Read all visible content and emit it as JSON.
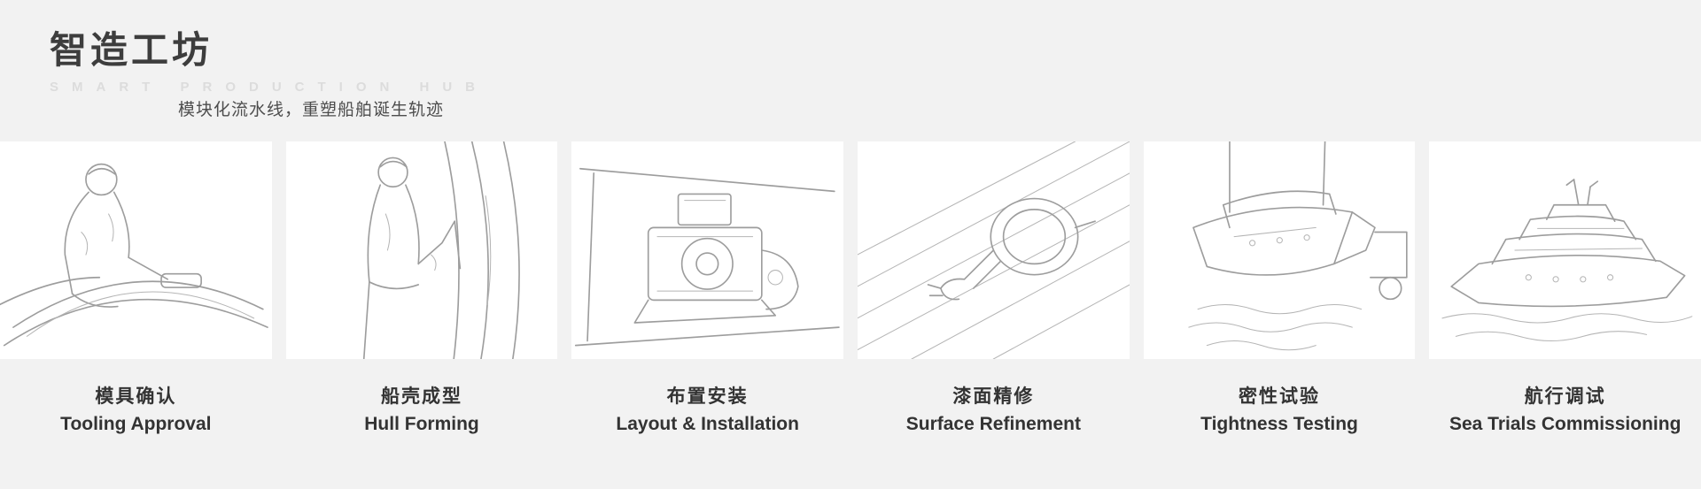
{
  "header": {
    "title": "智造工坊",
    "subtitle_en": "SMART PRODUCTION HUB",
    "tagline": "模块化流水线，重塑船舶诞生轨迹"
  },
  "steps": [
    {
      "zh": "模具确认",
      "en": "Tooling Approval",
      "illustration": "worker-sanding-mold-illustration"
    },
    {
      "zh": "船壳成型",
      "en": "Hull Forming",
      "illustration": "worker-forming-hull-illustration"
    },
    {
      "zh": "布置安装",
      "en": "Layout & Installation",
      "illustration": "engine-installation-illustration"
    },
    {
      "zh": "漆面精修",
      "en": "Surface Refinement",
      "illustration": "spray-gun-painting-illustration"
    },
    {
      "zh": "密性试验",
      "en": "Tightness Testing",
      "illustration": "boat-hoist-launch-illustration"
    },
    {
      "zh": "航行调试",
      "en": "Sea Trials Commissioning",
      "illustration": "yacht-cruising-illustration"
    }
  ],
  "colors": {
    "page_background": "#f2f2f2",
    "card_background": "#ffffff",
    "title_text": "#3d3d3d",
    "subtitle_text": "#dcdcdc",
    "tagline_text": "#4d4d4d",
    "label_text": "#333333",
    "line_art": "#9d9d9d"
  }
}
